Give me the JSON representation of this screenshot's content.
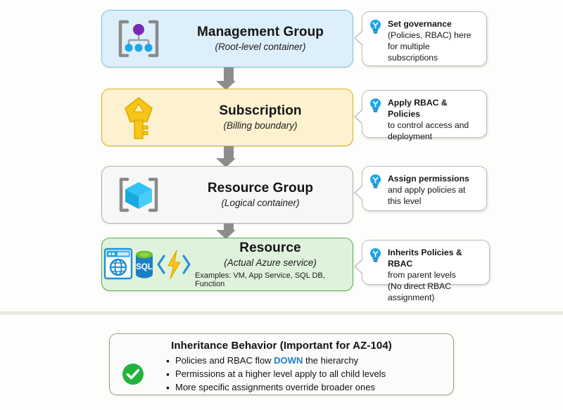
{
  "levels": [
    {
      "key": "management-group",
      "title": "Management Group",
      "subtitle": "(Root-level container)",
      "icon": "management-group-icon",
      "accent": "#7cc3e8",
      "fill": "#ddeffa"
    },
    {
      "key": "subscription",
      "title": "Subscription",
      "subtitle": "(Billing boundary)",
      "icon": "key-icon",
      "accent": "#e0b21e",
      "fill": "#fdf2cf"
    },
    {
      "key": "resource-group",
      "title": "Resource Group",
      "subtitle": "(Logical container)",
      "icon": "resource-group-cube-icon",
      "accent": "#b6b0a6",
      "fill": "#f7f7f7"
    },
    {
      "key": "resource",
      "title": "Resource",
      "subtitle": "(Actual Azure service)",
      "examples": "Examples: VM, App Service, SQL DB, Function",
      "icon": "azure-services-icons",
      "accent": "#4db14b",
      "fill": "#dff3dc"
    }
  ],
  "callouts": [
    {
      "key": "callout-management-group",
      "icon": "lightbulb-icon",
      "strong": "Set governance",
      "lines": [
        "(Policies, RBAC) here",
        "for multiple subscriptions"
      ]
    },
    {
      "key": "callout-subscription",
      "icon": "lightbulb-icon",
      "strong": "Apply RBAC & Policies",
      "lines": [
        "to control access and",
        "deployment"
      ]
    },
    {
      "key": "callout-resource-group",
      "icon": "lightbulb-icon",
      "strong": "Assign permissions",
      "lines": [
        "and apply policies at",
        "this level"
      ]
    },
    {
      "key": "callout-resource",
      "icon": "lightbulb-icon",
      "strong": "Inherits Policies & RBAC",
      "lines": [
        "from parent levels",
        "(No direct RBAC assignment)"
      ]
    }
  ],
  "summary": {
    "title": "Inheritance Behavior (Important for AZ-104)",
    "check_icon": "green-check-circle-icon",
    "bullets": [
      {
        "pre": "Policies and RBAC flow ",
        "highlight": "DOWN",
        "post": " the hierarchy"
      },
      {
        "pre": "Permissions at a higher level apply to all child levels",
        "highlight": "",
        "post": ""
      },
      {
        "pre": "More specific assignments override broader ones",
        "highlight": "",
        "post": ""
      }
    ],
    "highlight_color": "#1e7fd0",
    "check_color": "#22b33f"
  },
  "colors": {
    "background": "#fdfdfb",
    "arrow": "#8d8d8d",
    "callout_border": "#bdbab4",
    "summary_border": "#a8998a"
  }
}
